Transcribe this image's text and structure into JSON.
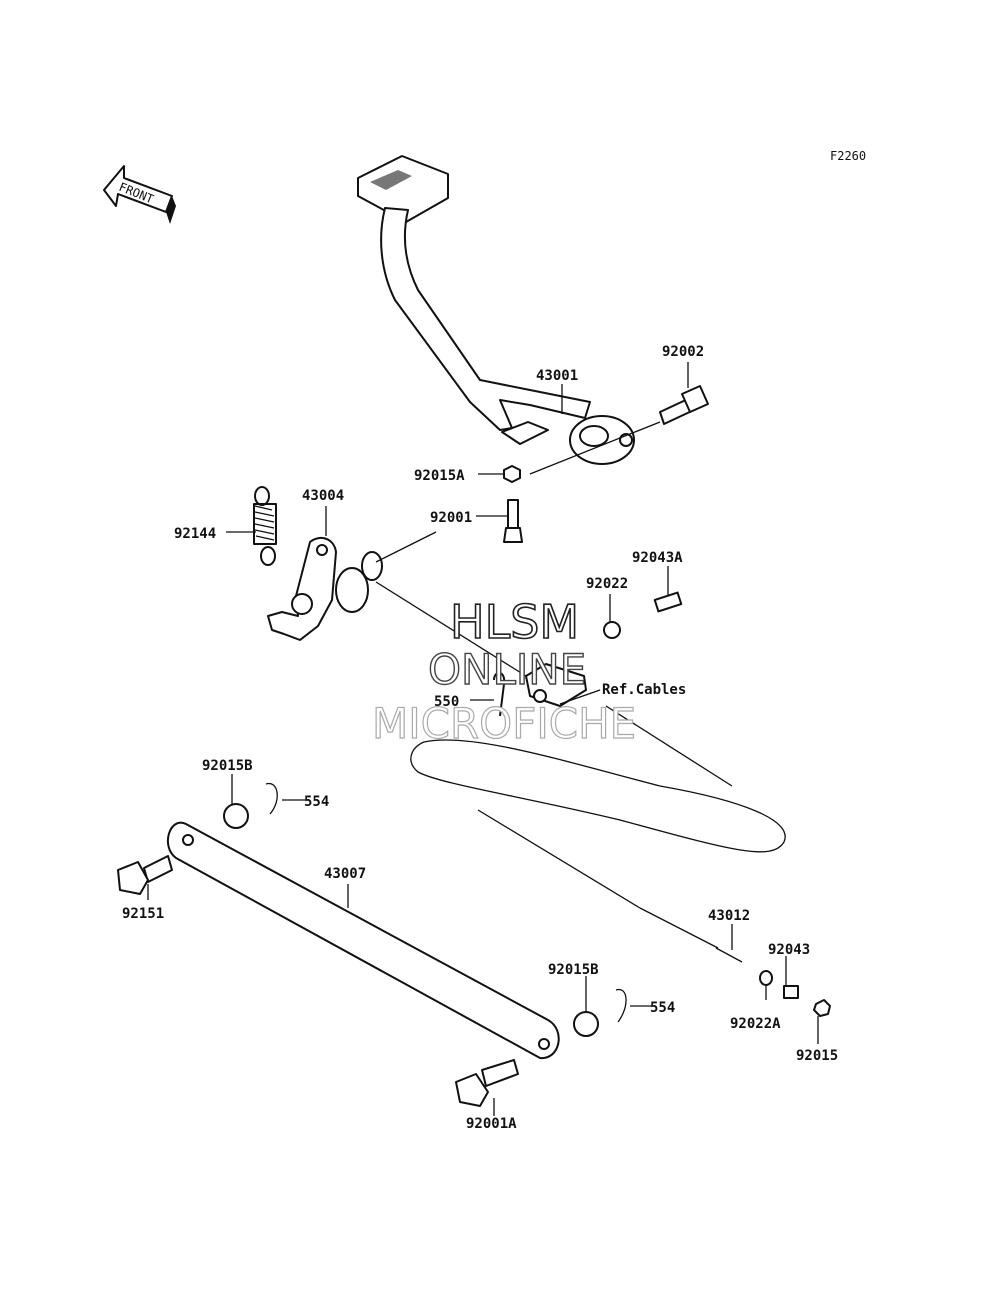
{
  "figure_code": "F2260",
  "front_arrow_text": "FRONT",
  "ref_cables_label": "Ref.Cables",
  "watermark": {
    "line1": "HLSM",
    "line2": "ONLINE",
    "line3": "MICROFICHE"
  },
  "parts": {
    "p43001": "43001",
    "p92002": "92002",
    "p92015A": "92015A",
    "p92001": "92001",
    "p92144": "92144",
    "p43004": "43004",
    "p92043A": "92043A",
    "p92022": "92022",
    "p550": "550",
    "p92015B_top": "92015B",
    "p554_top": "554",
    "p43007": "43007",
    "p92151": "92151",
    "p43012": "43012",
    "p92043": "92043",
    "p92022A": "92022A",
    "p92015B_bottom": "92015B",
    "p554_bottom": "554",
    "p92015": "92015",
    "p92001A": "92001A"
  }
}
